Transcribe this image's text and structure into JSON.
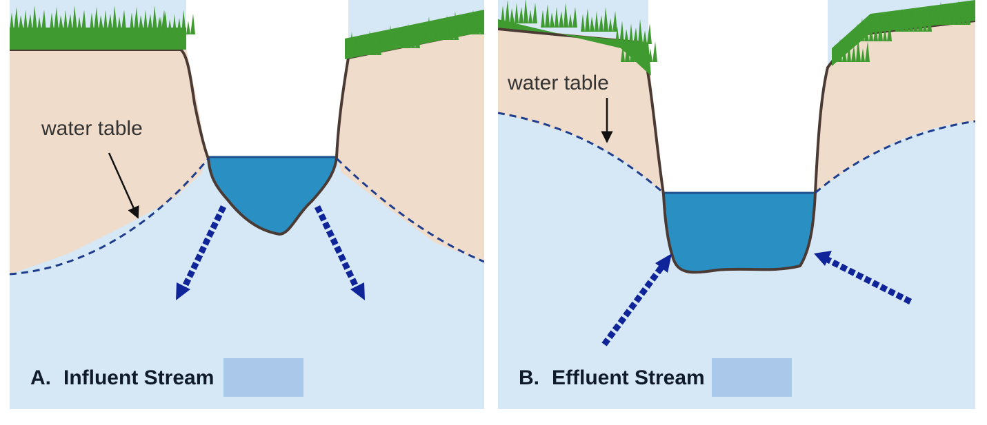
{
  "panels": [
    {
      "id": "a",
      "water_table_label": "water table",
      "caption_letter": "A.",
      "caption_text": "Influent Stream"
    },
    {
      "id": "b",
      "water_table_label": "water table",
      "caption_letter": "B.",
      "caption_text": "Effluent Stream"
    }
  ],
  "colors": {
    "soil": "#efdccb",
    "groundwater": "#d6e8f5",
    "stream_water": "#2a90c4",
    "grass": "#3f9a2f",
    "flow_arrow": "#10249a",
    "water_table_line": "#1d3c8c",
    "caption_swatch": "#a9c8ea",
    "bank_outline": "#4a3a33"
  }
}
